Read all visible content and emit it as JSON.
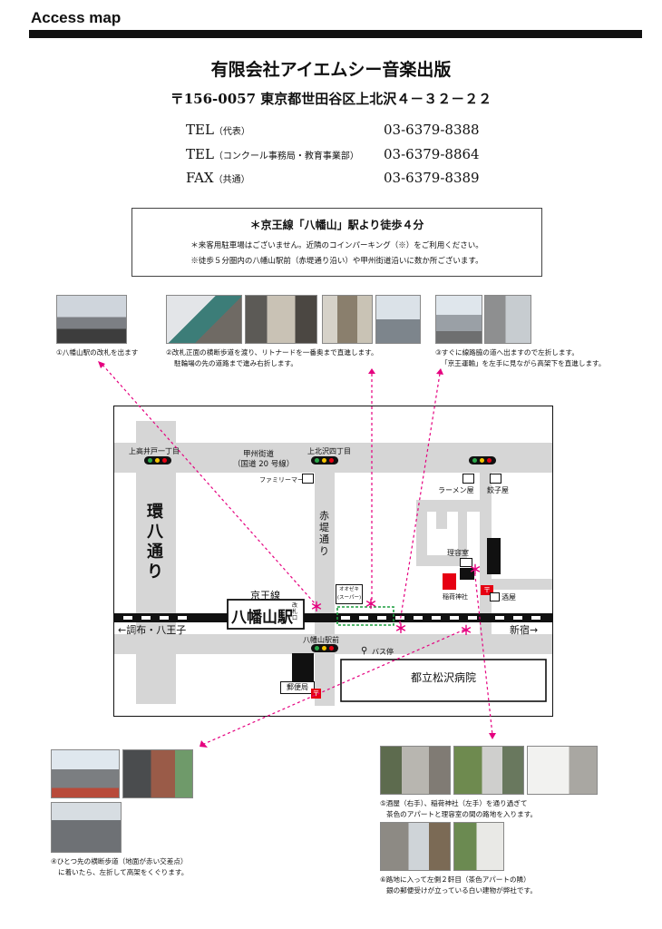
{
  "header": {
    "title": "Access map"
  },
  "company": {
    "name": "有限会社アイエムシー音楽出版",
    "address": "〒156-0057 東京都世田谷区上北沢４－３２－２２"
  },
  "contacts": [
    {
      "label": "TEL",
      "note": "（代表）",
      "number": "03-6379-8388"
    },
    {
      "label": "TEL",
      "note": "（コンクール事務局・教育事業部）",
      "number": "03-6379-8864"
    },
    {
      "label": "FAX",
      "note": "（共通）",
      "number": "03-6379-8389"
    }
  ],
  "notice": {
    "main": "＊京王線「八幡山」駅より徒歩４分",
    "line1": "＊来客用駐車場はございません。近隣のコインパーキング（※）をご利用ください。",
    "line2": "※徒歩５分圏内の八幡山駅前（赤堤通り沿い）や甲州街道沿いに数か所ございます。"
  },
  "steps": {
    "s1": "①八幡山駅の改札を出ます",
    "s2a": "②改札正面の横断歩道を渡り、リトナードを一番奥まで直進します。",
    "s2b": "駐輪場の先の道路まで進み右折します。",
    "s3a": "③すぐに線路脇の道へ出ますので左折します。",
    "s3b": "「京王運輸」を左手に見ながら高架下を直進します。",
    "s4a": "④ひとつ先の横断歩道（地面が赤い交差点）",
    "s4b": "に着いたら、左折して高架をくぐります。",
    "s5a": "⑤酒屋（右手）、稲荷神社（左手）を通り過ぎて",
    "s5b": "茶色のアパートと理容室の間の路地を入ります。",
    "s6a": "⑥路地に入って左側２軒目（茶色アパートの隣）",
    "s6b": "銀の郵便受けが立っている白い建物が弊社です。"
  },
  "map": {
    "kamitakaido": "上高井戸一丁目",
    "koshu1": "甲州街道",
    "koshu2": "（国道 20 号線）",
    "kamikitazawa": "上北沢四丁目",
    "familymart": "ファミリーマート",
    "ramen": "ラーメン屋",
    "gyoza": "餃子屋",
    "kanpachi": "環八通り",
    "akazutsumi": "赤堤通り",
    "riyoshitsu": "理容室",
    "keiosen": "京王線",
    "station": "八幡山駅",
    "kaisatsu": "改札口",
    "ozeki1": "オオゼキ",
    "ozeki2": "(スーパー)",
    "inari": "稲荷神社",
    "sakaya": "酒屋",
    "chofu": "←調布・八王子",
    "shinjuku": "新宿→",
    "ekimae": "八幡山駅前",
    "busstop": "バス停",
    "post": "郵便局",
    "hospital": "都立松沢病院"
  },
  "colors": {
    "accent": "#e5007f",
    "red": "#e60012",
    "road": "#d6d6d6",
    "green": "#1b9e3e"
  }
}
